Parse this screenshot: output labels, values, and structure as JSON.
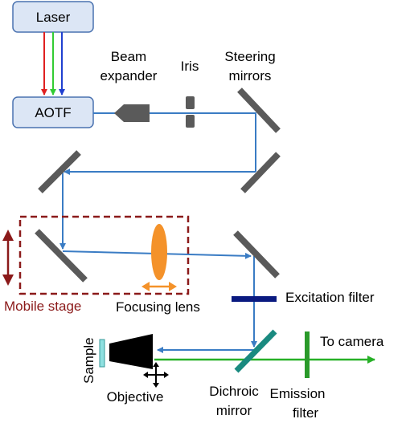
{
  "labels": {
    "laser": "Laser",
    "aotf": "AOTF",
    "beam_expander_1": "Beam",
    "beam_expander_2": "expander",
    "iris": "Iris",
    "steering_1": "Steering",
    "steering_2": "mirrors",
    "mobile_stage": "Mobile stage",
    "focusing_lens": "Focusing lens",
    "excitation_filter": "Excitation filter",
    "to_camera": "To camera",
    "sample": "Sample",
    "objective": "Objective",
    "dichroic_1": "Dichroic",
    "dichroic_2": "mirror",
    "emission_1": "Emission",
    "emission_2": "filter"
  },
  "colors": {
    "box_fill": "#dce6f5",
    "box_stroke": "#4a72b0",
    "beam_blue": "#3a7cc4",
    "beam_green": "#27b027",
    "laser_red": "#e02020",
    "laser_green": "#33cc33",
    "laser_blue": "#2040d0",
    "mirror_gray": "#5a5a5a",
    "stage_dark_red": "#8b1a1a",
    "lens_orange": "#f4922a",
    "filter_navy": "#0a1a80",
    "dichroic_teal": "#1a8a80",
    "emission_green": "#2a9a2a",
    "sample_cyan": "#8fe0e0"
  }
}
